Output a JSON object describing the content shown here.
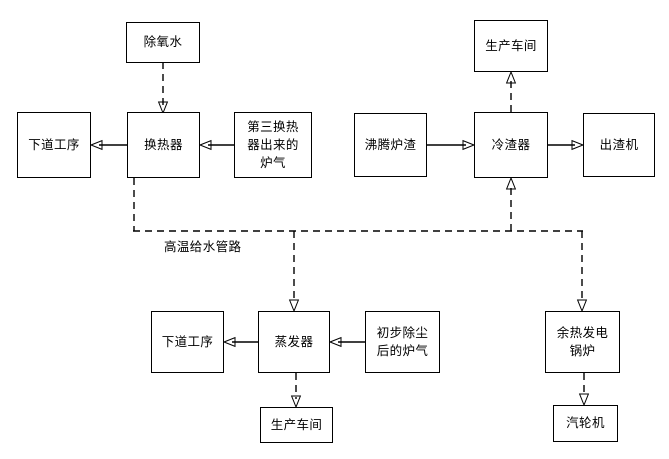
{
  "diagram": {
    "title_label": "高温给水管路",
    "nodes": [
      {
        "id": "deaerated-water",
        "text": "除氧水"
      },
      {
        "id": "next-process-top",
        "text": "下道工序"
      },
      {
        "id": "heat-exchanger",
        "text": "换热器"
      },
      {
        "id": "third-exchanger-gas",
        "text": "第三换热\n器出来的\n炉气"
      },
      {
        "id": "production-workshop-top",
        "text": "生产车间"
      },
      {
        "id": "boiling-furnace-slag",
        "text": "沸腾炉渣"
      },
      {
        "id": "slag-cooler",
        "text": "冷渣器"
      },
      {
        "id": "slag-discharger",
        "text": "出渣机"
      },
      {
        "id": "next-process-bottom",
        "text": "下道工序"
      },
      {
        "id": "evaporator",
        "text": "蒸发器"
      },
      {
        "id": "predusted-gas",
        "text": "初步除尘\n后的炉气"
      },
      {
        "id": "production-workshop-bottom",
        "text": "生产车间"
      },
      {
        "id": "waste-heat-boiler",
        "text": "余热发电\n锅炉"
      },
      {
        "id": "steam-turbine",
        "text": "汽轮机"
      }
    ],
    "edges": [
      {
        "id": "deaerated-water-to-heat-exchanger",
        "style": "dashed"
      },
      {
        "id": "heat-exchanger-to-next-process-top",
        "style": "solid"
      },
      {
        "id": "third-exchanger-gas-to-heat-exchanger",
        "style": "solid"
      },
      {
        "id": "heat-exchanger-to-feedwater-main",
        "style": "dashed"
      },
      {
        "id": "feedwater-main-to-evaporator",
        "style": "dashed"
      },
      {
        "id": "feedwater-main-to-slag-cooler",
        "style": "dashed"
      },
      {
        "id": "feedwater-main-to-waste-heat-boiler",
        "style": "dashed"
      },
      {
        "id": "boiling-furnace-slag-to-slag-cooler",
        "style": "solid"
      },
      {
        "id": "slag-cooler-to-slag-discharger",
        "style": "solid"
      },
      {
        "id": "slag-cooler-to-production-workshop-top",
        "style": "dashed"
      },
      {
        "id": "evaporator-to-next-process-bottom",
        "style": "solid"
      },
      {
        "id": "predusted-gas-to-evaporator",
        "style": "solid"
      },
      {
        "id": "evaporator-to-production-workshop-bottom",
        "style": "dashed"
      },
      {
        "id": "waste-heat-boiler-to-steam-turbine",
        "style": "dashed"
      }
    ],
    "colors": {
      "line": "#000000",
      "box_fill": "#ffffff",
      "text": "#000000"
    }
  }
}
